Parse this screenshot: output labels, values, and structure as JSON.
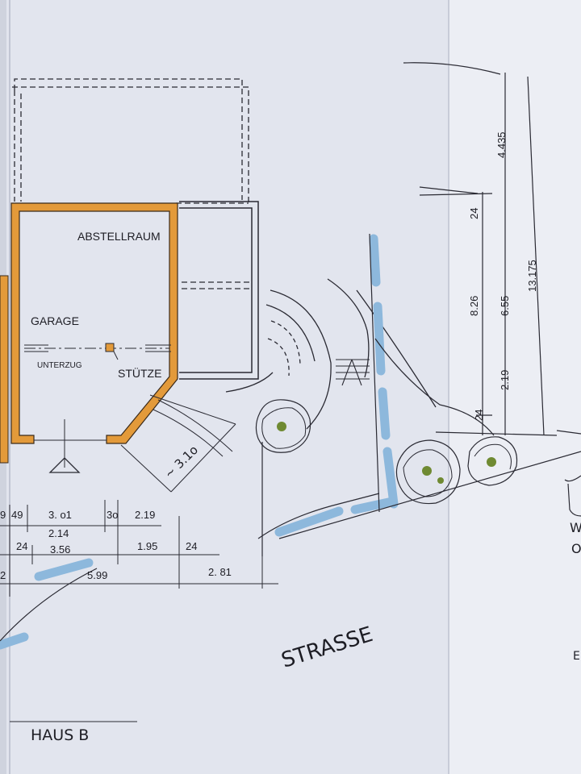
{
  "drawing": {
    "rooms": {
      "abstellraum": "ABSTELLRAUM",
      "garage": "GARAGE",
      "unterzug": "UNTERZUG",
      "stuetze": "STÜTZE"
    },
    "street": "STRASSE",
    "house": "HAUS B",
    "diagonal_dim": "~ 3.1o",
    "dims_row1": [
      "9",
      "49",
      "3. o1",
      "3o",
      "2.19"
    ],
    "dims_row1_sub": "2.14",
    "dims_row2": [
      "24",
      "3.56",
      "1.95",
      "24"
    ],
    "dims_row3": [
      "2",
      "5.99",
      "2. 81"
    ],
    "vertical_dims": [
      "4.435",
      "24",
      "8.26",
      "6.55",
      "13.175",
      "2.19",
      "24"
    ],
    "edge_text": [
      "W",
      "O",
      "E"
    ]
  },
  "colors": {
    "paper": "#e4e7ef",
    "paper_right": "#eceef4",
    "wall": "#e39a3a",
    "ink": "#1d1d24",
    "street_edge": "#8db8dc",
    "tree": "#6f8a32"
  }
}
